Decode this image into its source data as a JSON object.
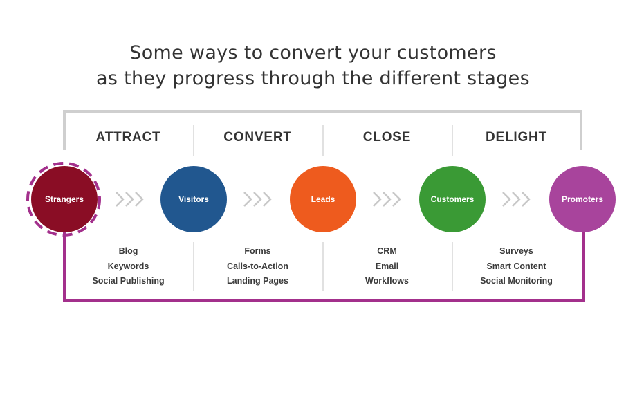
{
  "title": {
    "line1": "Some ways to convert your customers",
    "line2": "as they progress through the different stages"
  },
  "stages": [
    {
      "label": "ATTRACT"
    },
    {
      "label": "CONVERT"
    },
    {
      "label": "CLOSE"
    },
    {
      "label": "DELIGHT"
    }
  ],
  "nodes": [
    {
      "label": "Strangers",
      "color": "#8a0d25"
    },
    {
      "label": "Visitors",
      "color": "#21578f"
    },
    {
      "label": "Leads",
      "color": "#ee5b1e"
    },
    {
      "label": "Customers",
      "color": "#3a9a35"
    },
    {
      "label": "Promoters",
      "color": "#a8449c"
    }
  ],
  "tactics": [
    [
      "Blog",
      "Keywords",
      "Social Publishing"
    ],
    [
      "Forms",
      "Calls-to-Action",
      "Landing Pages"
    ],
    [
      "CRM",
      "Email",
      "Workflows"
    ],
    [
      "Surveys",
      "Smart Content",
      "Social Monitoring"
    ]
  ],
  "colors": {
    "top_bracket": "#cfcfcf",
    "bottom_bracket": "#a3308c",
    "arrows": "#c8c8c8",
    "dashed_ring": "#a3308c"
  }
}
